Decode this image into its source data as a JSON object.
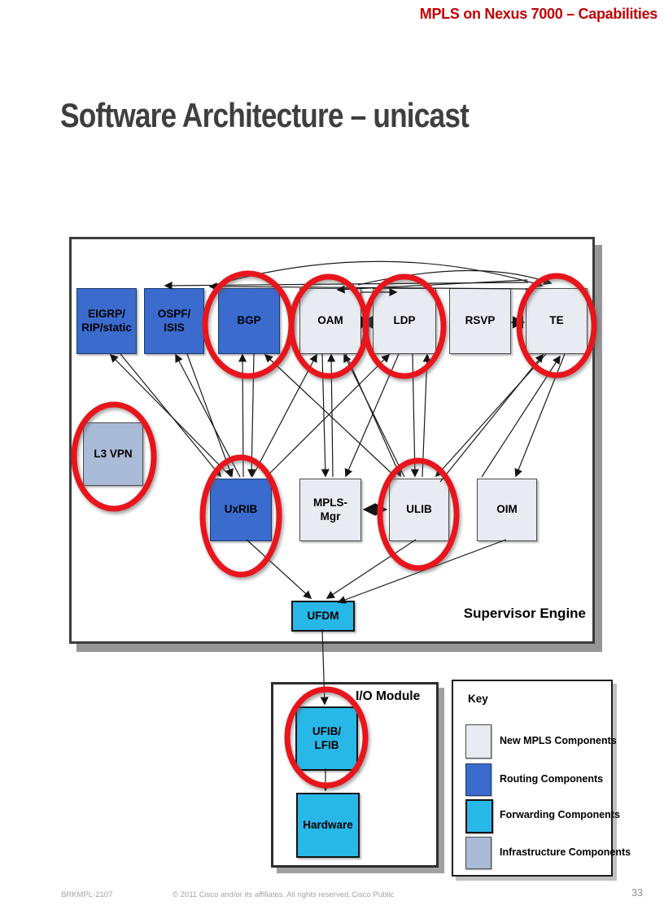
{
  "header": {
    "context_title": "MPLS on Nexus 7000 – Capabilities"
  },
  "slide": {
    "title": "Software Architecture – unicast"
  },
  "diagram": {
    "regions": {
      "supervisor": "Supervisor Engine",
      "io_module": "I/O Module"
    },
    "nodes": {
      "eigrp": {
        "label": "EIGRP/\nRIP/static",
        "type": "routing",
        "highlighted": false
      },
      "ospf": {
        "label": "OSPF/\nISIS",
        "type": "routing",
        "highlighted": false
      },
      "bgp": {
        "label": "BGP",
        "type": "routing",
        "highlighted": true
      },
      "oam": {
        "label": "OAM",
        "type": "new-mpls",
        "highlighted": true
      },
      "ldp": {
        "label": "LDP",
        "type": "new-mpls",
        "highlighted": true
      },
      "rsvp": {
        "label": "RSVP",
        "type": "new-mpls",
        "highlighted": false
      },
      "te": {
        "label": "TE",
        "type": "new-mpls",
        "highlighted": true
      },
      "l3vpn": {
        "label": "L3 VPN",
        "type": "infrastructure",
        "highlighted": true
      },
      "uxrib": {
        "label": "UxRIB",
        "type": "routing",
        "highlighted": true
      },
      "mplsmgr": {
        "label": "MPLS-\nMgr",
        "type": "new-mpls",
        "highlighted": false
      },
      "ulib": {
        "label": "ULIB",
        "type": "new-mpls",
        "highlighted": true
      },
      "oim": {
        "label": "OIM",
        "type": "new-mpls",
        "highlighted": false
      },
      "ufdm": {
        "label": "UFDM",
        "type": "forwarding",
        "highlighted": false
      },
      "ufib": {
        "label": "UFIB/\nLFIB",
        "type": "forwarding",
        "highlighted": true
      },
      "hardware": {
        "label": "Hardware",
        "type": "forwarding",
        "highlighted": false
      }
    },
    "edges": [
      "UxRIB->EIGRP/RIP/static",
      "UxRIB->OSPF/ISIS",
      "UxRIB->BGP",
      "ULIB->BGP",
      "UxRIB->OAM",
      "MPLS-Mgr->OAM",
      "ULIB->OAM",
      "UxRIB->LDP",
      "ULIB->LDP",
      "ULIB->TE",
      "OIM->TE",
      "EIGRP/RIP/static->UxRIB",
      "OSPF/ISIS->UxRIB",
      "BGP->UxRIB",
      "OAM->MPLS-Mgr",
      "LDP->MPLS-Mgr",
      "OAM->ULIB",
      "LDP->ULIB",
      "TE->ULIB",
      "TE->OIM",
      "TE->OSPF/ISIS",
      "TE->OAM",
      "OAM->LDP",
      "OSPF/ISIS->TE",
      "OAM->TE",
      "OAM<->LDP",
      "RSVP<->TE",
      "MPLS-Mgr<->ULIB",
      "UxRIB->UFDM",
      "ULIB->UFDM",
      "OIM->UFDM",
      "UFDM->UFIB/LFIB",
      "UFIB/LFIB->Hardware"
    ],
    "key": {
      "title": "Key",
      "entries": [
        {
          "label": "New MPLS Components",
          "color": "#e8ebf1"
        },
        {
          "label": "Routing Components",
          "color": "#3a6bcd"
        },
        {
          "label": "Forwarding Components",
          "color": "#28b8e8"
        },
        {
          "label": "Infrastructure Components",
          "color": "#a9bbd6"
        }
      ]
    },
    "colors": {
      "highlight_ring": "#e8151c",
      "arrow": "#1a1a1a"
    }
  },
  "footer": {
    "session_id": "BRKMPL-2107",
    "copyright": "© 2011 Cisco and/or its affiliates. All rights reserved.",
    "classification": "Cisco Public",
    "page_number": "33"
  }
}
